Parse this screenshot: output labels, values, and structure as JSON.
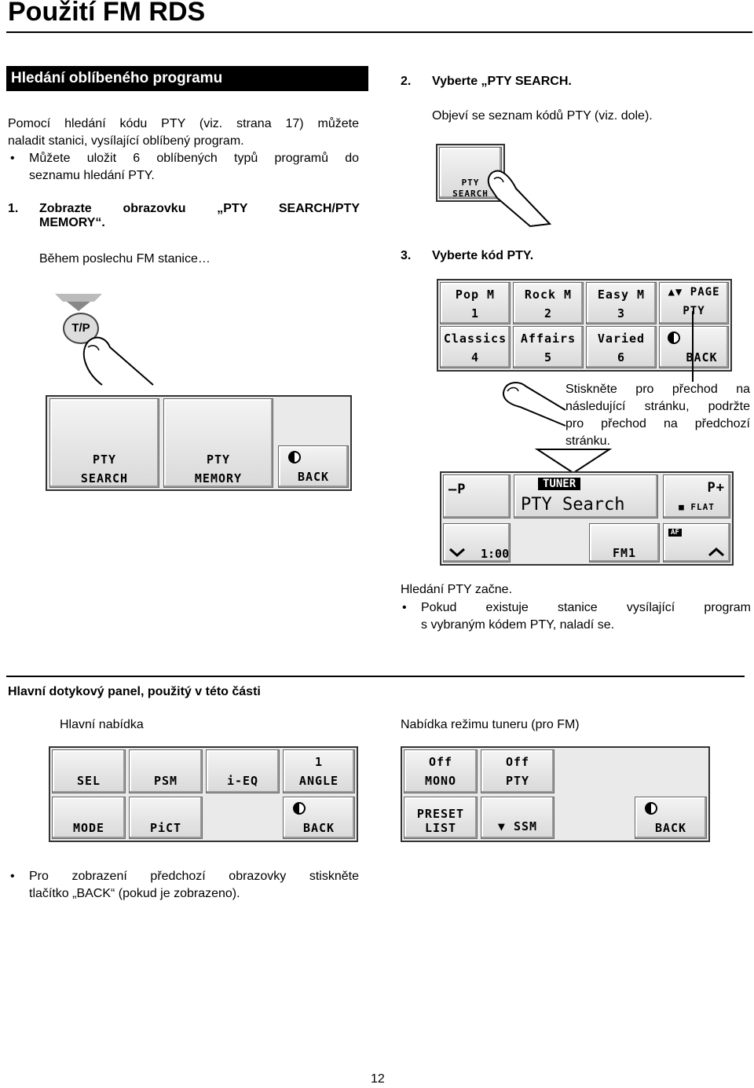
{
  "page_title": "Použití FM RDS",
  "section_title": "Hledání oblíbeného programu",
  "intro_line1": "Pomocí hledání kódu PTY (viz. strana 17) můžete",
  "intro_line2": "naladit stanici, vysílající oblíbený program.",
  "intro_bullet_line1": "Můžete uložit 6 oblíbených typů programů do",
  "intro_bullet_line2": "seznamu hledání PTY.",
  "step1_num": "1.",
  "step1_line1": "Zobrazte obrazovku „PTY SEARCH/PTY",
  "step1_line2": "MEMORY“.",
  "step1_sub": "Během poslechu FM stanice…",
  "tp_label": "T/P",
  "screen1": {
    "pty_search": [
      "PTY",
      "SEARCH"
    ],
    "pty_memory": [
      "PTY",
      "MEMORY"
    ],
    "back": "BACK"
  },
  "step2_num": "2.",
  "step2_text": "Vyberte „PTY SEARCH.",
  "step2_sub": "Objeví se seznam kódů PTY (viz. dole).",
  "step2_button": [
    "PTY",
    "SEARCH"
  ],
  "step3_num": "3.",
  "step3_text": "Vyberte kód PTY.",
  "pty_codes": [
    {
      "name": "Pop M",
      "num": "1"
    },
    {
      "name": "Rock M",
      "num": "2"
    },
    {
      "name": "Easy M",
      "num": "3"
    },
    {
      "name": "Classics",
      "num": "4"
    },
    {
      "name": "Affairs",
      "num": "5"
    },
    {
      "name": "Varied",
      "num": "6"
    }
  ],
  "page_button": {
    "label": "PAGE",
    "sub": "PTY"
  },
  "back_label": "BACK",
  "page_note_line1": "Stiskněte pro přechod na",
  "page_note_line2": "následující stránku, podržte",
  "page_note_line3": "pro přechod na předchozí",
  "page_note_line4": "stránku.",
  "tuner_screen": {
    "minus_p": "–P",
    "plus_p": "P+",
    "tuner": "TUNER",
    "search": "PTY Search",
    "flat": "FLAT",
    "time": "1:00",
    "band": "FM1",
    "af": "AF"
  },
  "result_line": "Hledání PTY začne.",
  "result_bullet_line1": "Pokud existuje stanice vysílající program",
  "result_bullet_line2": "s vybraným kódem PTY, naladí se.",
  "panel_heading": "Hlavní dotykový panel, použitý v této části",
  "main_menu_label": "Hlavní nabídka",
  "tuner_menu_label": "Nabídka režimu tuneru (pro FM)",
  "main_menu": {
    "row1": [
      "SEL",
      "PSM",
      "i-EQ",
      [
        "1",
        "ANGLE"
      ]
    ],
    "row2": [
      "MODE",
      "PiCT",
      "",
      "BACK"
    ]
  },
  "tuner_menu": {
    "row1": [
      [
        "Off",
        "MONO"
      ],
      [
        "Off",
        "PTY"
      ]
    ],
    "row2": [
      [
        "PRESET",
        "LIST"
      ],
      "SSM",
      "BACK"
    ]
  },
  "footer_bullet_line1": "Pro zobrazení předchozí obrazovky stiskněte",
  "footer_bullet_line2": "tlačítko „BACK“ (pokud je zobrazeno).",
  "page_number": "12"
}
